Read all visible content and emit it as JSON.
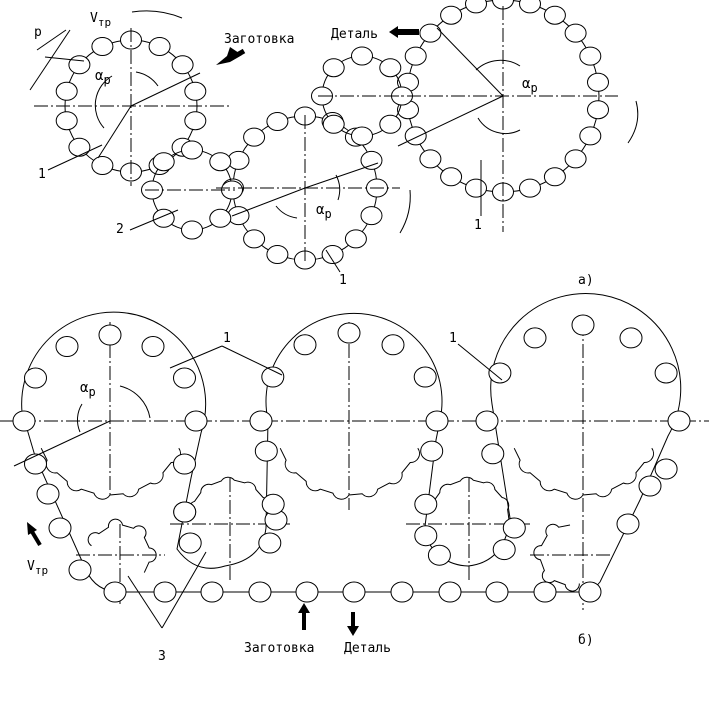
{
  "labels": {
    "v_tr": "V",
    "v_tr_sub": "тр",
    "v_tr_b": "V",
    "v_tr_b_sub": "тр",
    "p": "p",
    "alpha": "α",
    "alpha_sub": "р",
    "zagotovka_a": "Заготовка",
    "detal_a": "Деталь",
    "zagotovka_b": "Заготовка",
    "detal_b": "Деталь",
    "caption_a": "а)",
    "caption_b": "б)",
    "n1": "1",
    "n2": "2",
    "n3": "3"
  },
  "colors": {
    "ink": "#000000",
    "paper": "#ffffff"
  }
}
